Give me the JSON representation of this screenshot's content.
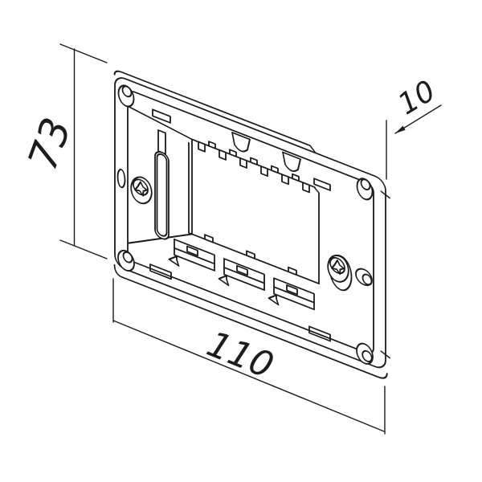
{
  "drawing": {
    "title": "Flush-mounting support frame - dimensioned technical drawing",
    "view": "oblique projection line drawing",
    "dimensions": {
      "height": {
        "label": "73",
        "value": 73
      },
      "width": {
        "label": "110",
        "value": 110
      },
      "depth": {
        "label": "10",
        "value": 10
      }
    },
    "features": [
      "outer rounded frame",
      "four corner claw holes",
      "two captive screw heads",
      "left oblong screw slot",
      "module window with snap teeth",
      "three bottom module clips",
      "side oval holes"
    ],
    "colors": {
      "line": "#1c1c1c",
      "background": "#ffffff"
    }
  }
}
